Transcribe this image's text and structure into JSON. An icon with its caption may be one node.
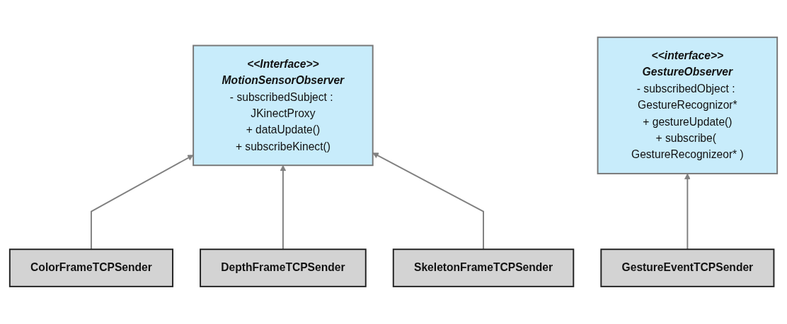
{
  "diagram": {
    "nodes": [
      {
        "text": [
          "<<Interface>>",
          "MotionSensorObserver",
          "- subscribedSubject : JKinectProxy",
          "+ dataUpdate()",
          "+ subscribeKinect()"
        ]
      },
      {
        "text": [
          "<<interface>>",
          "GestureObserver",
          "- subscribedObject : GestureRecognizor*",
          "+ gestureUpdate()",
          "+ subscribe( GestureRecognizeor* )"
        ]
      },
      {
        "text": [
          "ColorFrameTCPSender"
        ]
      },
      {
        "text": [
          "DepthFrameTCPSender"
        ]
      },
      {
        "text": [
          "SkeletonFrameTCPSender"
        ]
      },
      {
        "text": [
          "GestureEventTCPSender"
        ]
      }
    ],
    "edges": [
      {
        "from": 2,
        "to": 0,
        "arrow": "to"
      },
      {
        "from": 3,
        "to": 0,
        "arrow": "to"
      },
      {
        "from": 4,
        "to": 0,
        "arrow": "to"
      },
      {
        "from": 5,
        "to": 1,
        "arrow": "to"
      }
    ]
  }
}
